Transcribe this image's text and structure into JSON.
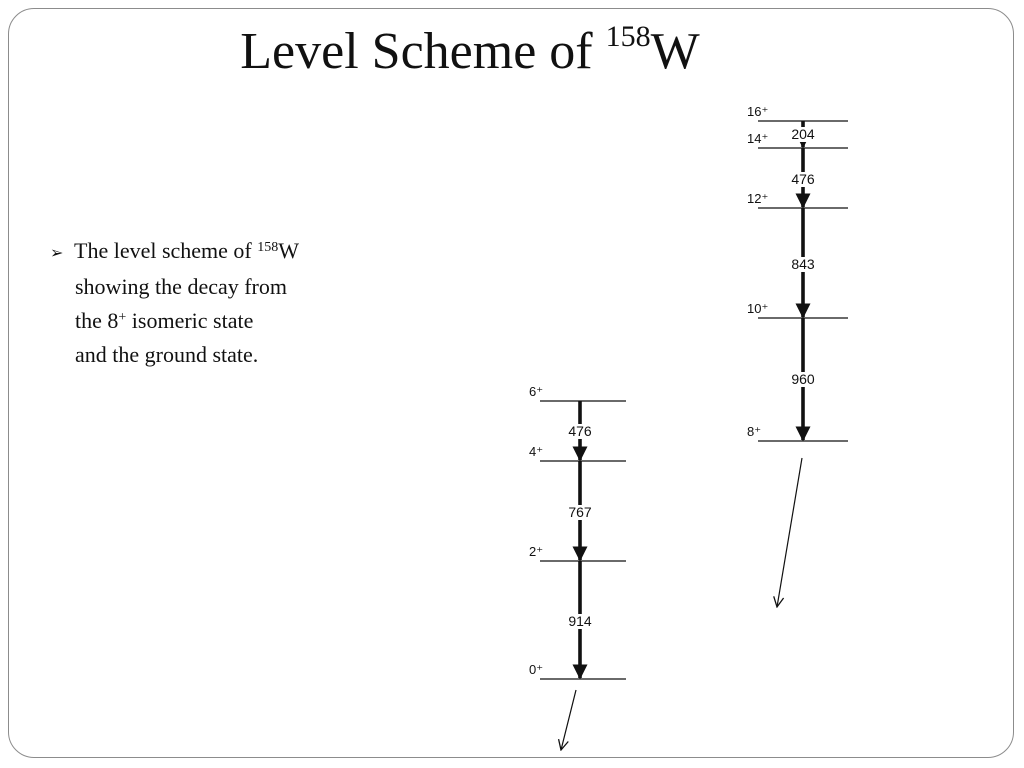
{
  "title": {
    "text": "Level Scheme of ",
    "superscript": "158",
    "element": "W"
  },
  "bullet": {
    "marker_icon": "arrowhead-bullet-icon",
    "marker": "➢",
    "line1_text": "The level scheme of ",
    "line1_sup": "158",
    "line1_element": "W",
    "line2": "showing the decay from",
    "line3_pre": "the  8",
    "line3_sup": "+",
    "line3_post": " isomeric  state",
    "line4": "and the ground state."
  },
  "ground_band": {
    "levels": [
      {
        "label": "6+",
        "energy_order": 3
      },
      {
        "label": "4+",
        "energy_order": 2
      },
      {
        "label": "2+",
        "energy_order": 1
      },
      {
        "label": "0+",
        "energy_order": 0
      }
    ],
    "transitions": [
      {
        "from": "6+",
        "to": "4+",
        "label": "476"
      },
      {
        "from": "4+",
        "to": "2+",
        "label": "767"
      },
      {
        "from": "2+",
        "to": "0+",
        "label": "914"
      }
    ]
  },
  "isomer_band": {
    "levels": [
      {
        "label": "16+"
      },
      {
        "label": "14+"
      },
      {
        "label": "12+"
      },
      {
        "label": "10+"
      },
      {
        "label": "8+"
      }
    ],
    "transitions": [
      {
        "from": "16+",
        "to": "14+",
        "label": "204"
      },
      {
        "from": "14+",
        "to": "12+",
        "label": "476"
      },
      {
        "from": "12+",
        "to": "10+",
        "label": "843"
      },
      {
        "from": "10+",
        "to": "8+",
        "label": "960"
      }
    ]
  },
  "colors": {
    "line": "#111111",
    "frame": "#8c8c8c",
    "text": "#111111"
  }
}
